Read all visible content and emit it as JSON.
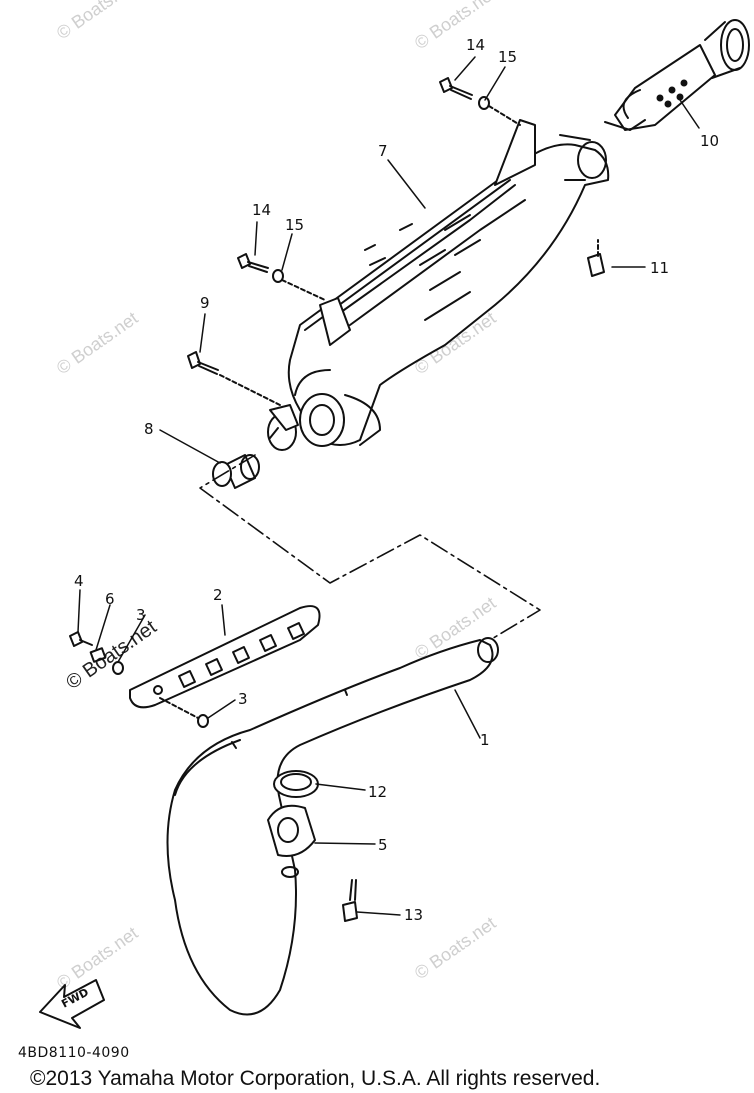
{
  "diagram": {
    "part_labels": [
      "1",
      "2",
      "3",
      "3",
      "4",
      "5",
      "6",
      "7",
      "8",
      "9",
      "10",
      "11",
      "12",
      "13",
      "14",
      "14",
      "15",
      "15"
    ],
    "fwd_label": "FWD",
    "drawing_code": "4BD8110-4090",
    "watermark": "© Boats.net",
    "copyright": "©2013 Yamaha Motor Corporation, U.S.A. All rights reserved."
  }
}
